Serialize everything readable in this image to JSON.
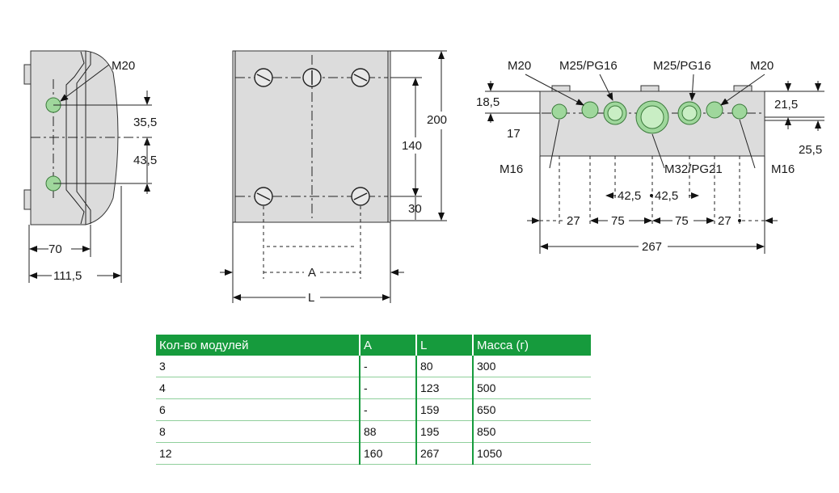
{
  "side_view": {
    "gland_top": "M20",
    "dim_35_5": "35,5",
    "dim_43_5": "43,5",
    "dim_70": "70",
    "dim_111_5": "111,5"
  },
  "front_view": {
    "dim_200": "200",
    "dim_140": "140",
    "dim_30": "30",
    "label_a": "A",
    "label_l": "L"
  },
  "bottom_view": {
    "label_m20_left": "M20",
    "label_m25_left": "M25/PG16",
    "label_m25_right": "M25/PG16",
    "label_m20_right": "M20",
    "dim_18_5": "18,5",
    "dim_17": "17",
    "dim_21_5": "21,5",
    "dim_25_5": "25,5",
    "label_m16_left": "M16",
    "label_m32": "M32/PG21",
    "label_m16_right": "M16",
    "dim_42_5_left": "42,5",
    "dim_42_5_right": "42,5",
    "dim_27_left": "27",
    "dim_75_left": "75",
    "dim_75_right": "75",
    "dim_27_right": "27",
    "dim_267": "267"
  },
  "table": {
    "headers": [
      "Кол-во модулей",
      "A",
      "L",
      "Масса (г)"
    ],
    "rows": [
      [
        "3",
        "-",
        "80",
        "300"
      ],
      [
        "4",
        "-",
        "123",
        "500"
      ],
      [
        "6",
        "-",
        "159",
        "650"
      ],
      [
        "8",
        "88",
        "195",
        "850"
      ],
      [
        "12",
        "160",
        "267",
        "1050"
      ]
    ]
  },
  "colors": {
    "header_green": "#169b3d",
    "gland_green": "#9fd79c",
    "body_gray": "#dcdcdc"
  }
}
